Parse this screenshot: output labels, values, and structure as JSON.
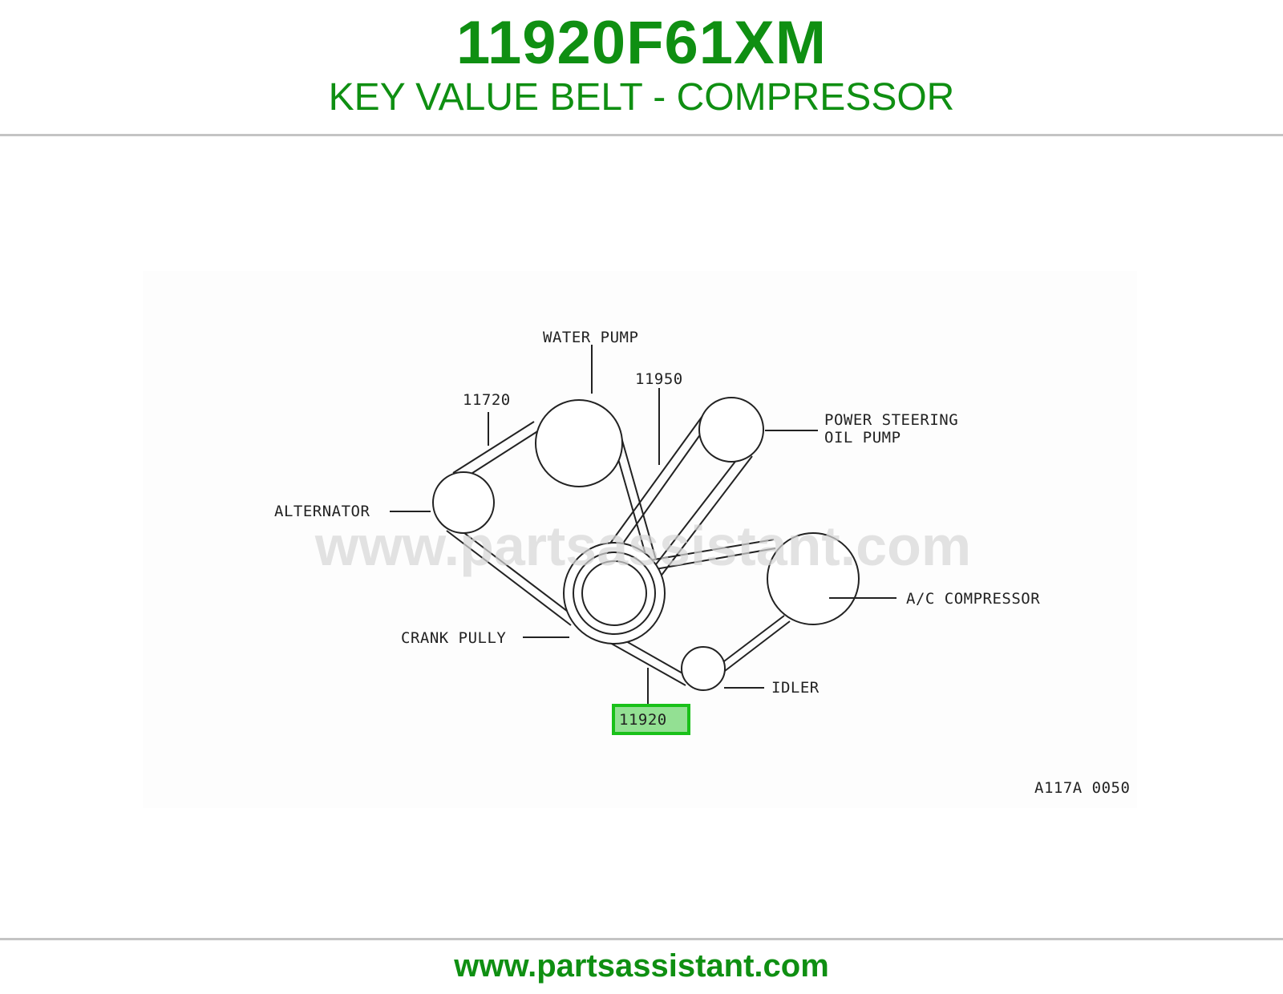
{
  "header": {
    "part_number": "11920F61XM",
    "part_title": "KEY VALUE BELT - COMPRESSOR"
  },
  "diagram": {
    "labels": {
      "water_pump": "WATER PUMP",
      "callout_11720": "11720",
      "callout_11950": "11950",
      "power_steering_line1": "POWER STEERING",
      "power_steering_line2": "OIL PUMP",
      "alternator": "ALTERNATOR",
      "ac_compressor": "A/C COMPRESSOR",
      "crank_pully": "CRANK PULLY",
      "idler": "IDLER",
      "callout_11920": "11920",
      "figure_code": "A117A 0050"
    },
    "watermark": "www.partsassistant.com",
    "highlight_color": "#19c119"
  },
  "footer": {
    "url": "www.partsassistant.com"
  },
  "colors": {
    "brand_green": "#0f8f12",
    "line": "#222222"
  }
}
